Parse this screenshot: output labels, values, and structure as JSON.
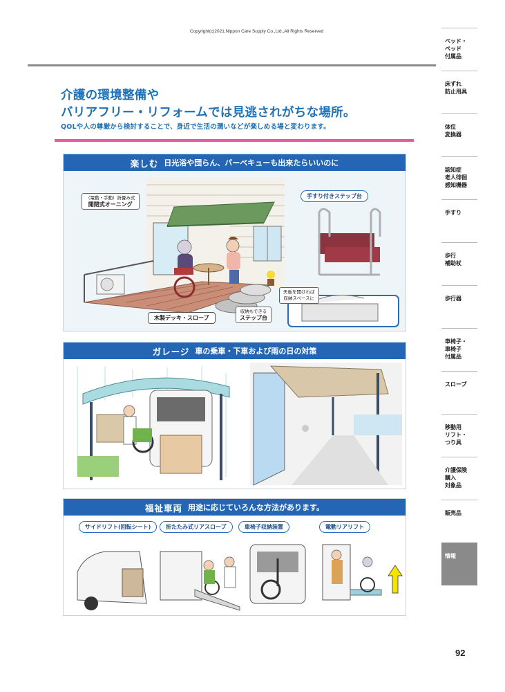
{
  "copyright": "Copyright(c)2021,Nippon Care Supply Co.,Ltd.,All Rights Reserved",
  "headline": {
    "line1": "介護の環境整備や",
    "line2": "バリアフリー・リフォームでは見逃されがちな場所。"
  },
  "subline": "QOLや人の尊厳から検討することで、身近で生活の潤いなどが楽しめる場と変わります。",
  "panel1": {
    "title": "楽しむ",
    "subtitle": "日光浴や団らん、バーベキューも出来たらいいのに",
    "awning_note": "（電動・手動）折畳み式",
    "awning_label": "開閉式オーニング",
    "step_rail_label": "手すり付きステップ台",
    "deck_label": "木製デッキ・スロープ",
    "storage_note": "収納もできる",
    "storage_label": "ステップ台",
    "storage_inset_note_1": "天板を開ければ",
    "storage_inset_note_2": "収納スペースに"
  },
  "panel2": {
    "title": "ガレージ",
    "subtitle": "車の乗車・下車および雨の日の対策"
  },
  "panel3": {
    "title": "福祉車両",
    "subtitle": "用途に応じていろんな方法があります。",
    "labels": [
      "サイドリフト(回転シート)",
      "折たたみ式リアスロープ",
      "車椅子収納装置",
      "電動リアリフト"
    ]
  },
  "sidebar": {
    "items": [
      "ベッド・\nベッド\n付属品",
      "床ずれ\n防止用具",
      "体位\n変換器",
      "認知症\n老人徘徊\n感知機器",
      "手すり",
      "歩行\n補助杖",
      "歩行器",
      "車椅子・\n車椅子\n付属品",
      "スロープ",
      "移動用\nリフト・\nつり具",
      "介護保険\n購入\n対象品",
      "販売品",
      "情報"
    ],
    "active_index": 12
  },
  "page_number": "92",
  "colors": {
    "accent_blue": "#2466b3",
    "pink_rule": "#e95c9a",
    "sidebar_active": "#8a8a8a"
  }
}
